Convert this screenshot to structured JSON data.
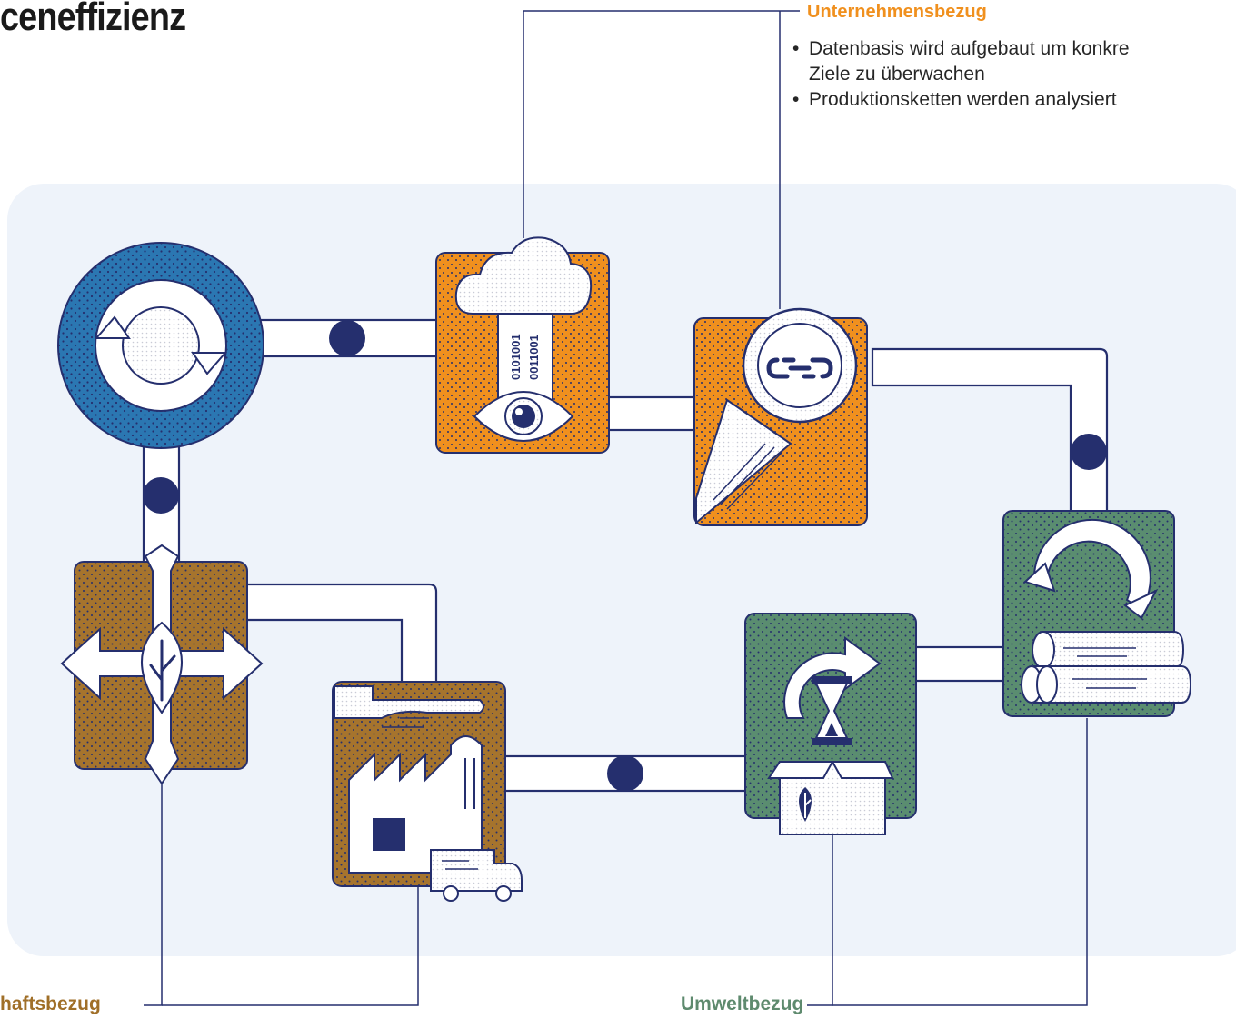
{
  "page": {
    "title": "ceneffizienz"
  },
  "unternehmensbezug": {
    "heading": "Unternehmensbezug",
    "bullets": [
      "Datenbasis wird aufgebaut um konkre",
      "Ziele zu überwachen",
      "Produktionsketten werden analysiert"
    ]
  },
  "labels": {
    "wirtschaft": "haftsbezug",
    "umwelt": "Umweltbezug"
  },
  "illustration": {
    "binary_top": "0101001",
    "binary_bottom": "0011001"
  },
  "colors": {
    "navy": "#252f6e",
    "orange": "#f0901e",
    "blue": "#2b77b2",
    "brown": "#a6742d",
    "green": "#5a8d70",
    "panel": "#eef3fa",
    "white_fill": "#ffffff"
  },
  "icons": [
    "recycle-circle-icon",
    "cloud-data-eye-icon",
    "magnifier-chain-icon",
    "recycle-pipes-icon",
    "hourglass-box-icon",
    "factory-hand-truck-icon",
    "leaf-arrows-icon"
  ]
}
